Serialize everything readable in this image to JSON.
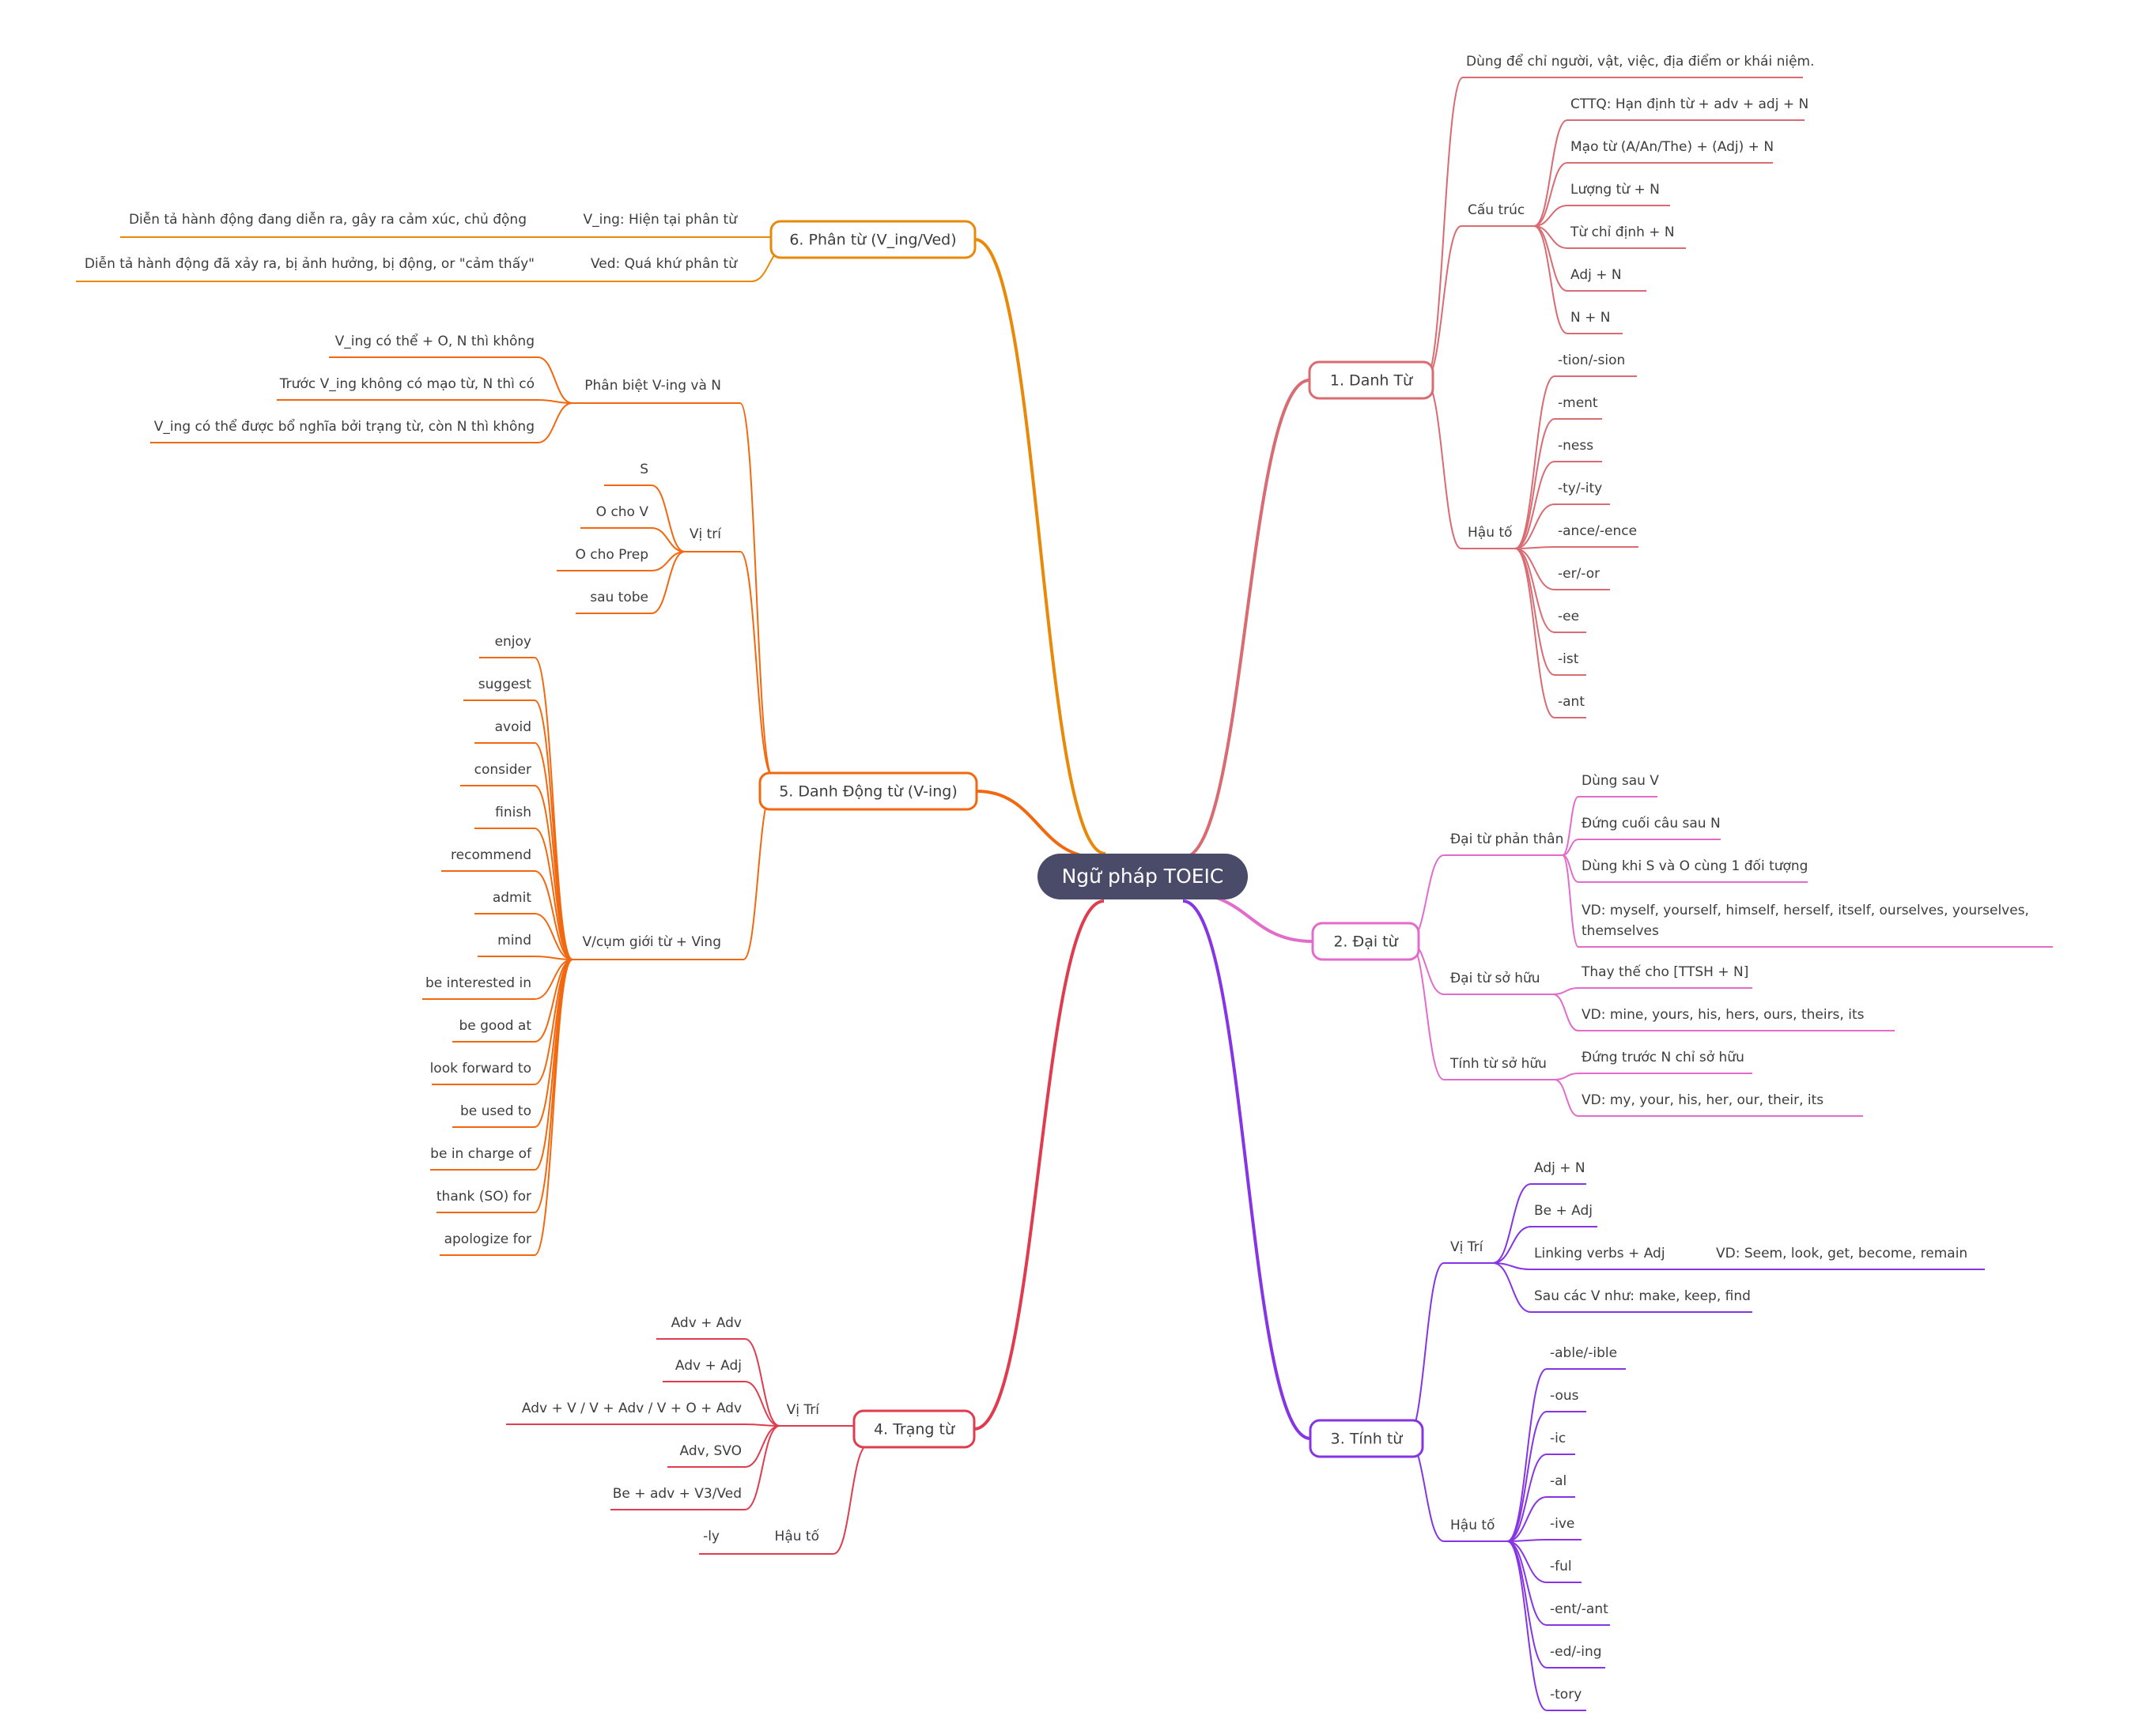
{
  "root": {
    "label": "Ngữ pháp TOEIC",
    "color": "#4a4b68"
  },
  "branches": [
    {
      "id": "danh-tu",
      "label": "1. Danh Từ",
      "color": "#d96b72",
      "side": "right",
      "children": [
        {
          "label": "Dùng để chỉ người, vật, việc, địa điểm or khái niệm."
        },
        {
          "label": "Cấu trúc",
          "children": [
            {
              "label": "CTTQ: Hạn định từ + adv + adj + N"
            },
            {
              "label": "Mạo từ (A/An/The) + (Adj) + N"
            },
            {
              "label": "Lượng từ + N"
            },
            {
              "label": "Từ chỉ định + N"
            },
            {
              "label": "Adj + N"
            },
            {
              "label": "N + N"
            }
          ]
        },
        {
          "label": "Hậu tố",
          "children": [
            {
              "label": "-tion/-sion"
            },
            {
              "label": "-ment"
            },
            {
              "label": "-ness"
            },
            {
              "label": "-ty/-ity"
            },
            {
              "label": "-ance/-ence"
            },
            {
              "label": "-er/-or"
            },
            {
              "label": "-ee"
            },
            {
              "label": "-ist"
            },
            {
              "label": "-ant"
            }
          ]
        }
      ]
    },
    {
      "id": "dai-tu",
      "label": "2. Đại từ",
      "color": "#e26ccb",
      "side": "right",
      "children": [
        {
          "label": "Đại từ phản thân",
          "children": [
            {
              "label": "Dùng sau V"
            },
            {
              "label": "Đứng cuối câu sau N"
            },
            {
              "label": "Dùng khi S và O cùng 1 đối tượng"
            },
            {
              "label": "VD: myself, yourself, himself, herself, itself, ourselves, yourselves,",
              "label2": "themselves"
            }
          ]
        },
        {
          "label": "Đại từ sở hữu",
          "children": [
            {
              "label": "Thay thế cho [TTSH + N]"
            },
            {
              "label": "VD: mine, yours, his, hers, ours, theirs, its"
            }
          ]
        },
        {
          "label": "Tính từ sở hữu",
          "children": [
            {
              "label": "Đứng trước N chỉ sở hữu"
            },
            {
              "label": "VD: my, your, his, her, our, their, its"
            }
          ]
        }
      ]
    },
    {
      "id": "tinh-tu",
      "label": "3. Tính từ",
      "color": "#8535e4",
      "side": "right",
      "children": [
        {
          "label": "Vị Trí",
          "children": [
            {
              "label": "Adj + N"
            },
            {
              "label": "Be + Adj"
            },
            {
              "label": "Linking verbs + Adj",
              "children": [
                {
                  "label": "VD: Seem, look, get, become, remain"
                }
              ]
            },
            {
              "label": "Sau các V như: make, keep, find"
            }
          ]
        },
        {
          "label": "Hậu tố",
          "children": [
            {
              "label": "-able/-ible"
            },
            {
              "label": "-ous"
            },
            {
              "label": "-ic"
            },
            {
              "label": "-al"
            },
            {
              "label": "-ive"
            },
            {
              "label": "-ful"
            },
            {
              "label": "-ent/-ant"
            },
            {
              "label": "-ed/-ing"
            },
            {
              "label": "-tory"
            }
          ]
        }
      ]
    },
    {
      "id": "trang-tu",
      "label": "4. Trạng từ",
      "color": "#df3d4f",
      "side": "left",
      "children": [
        {
          "label": "Vị Trí",
          "children": [
            {
              "label": "Adv + Adv"
            },
            {
              "label": "Adv + Adj"
            },
            {
              "label": "Adv + V / V + Adv / V + O + Adv"
            },
            {
              "label": "Adv, SVO"
            },
            {
              "label": "Be + adv + V3/Ved"
            }
          ]
        },
        {
          "label": "Hậu tố",
          "children": [
            {
              "label": "-ly"
            }
          ]
        }
      ]
    },
    {
      "id": "danh-dong-tu",
      "label": "5. Danh Động từ (V-ing)",
      "color": "#f2680f",
      "side": "left",
      "children": [
        {
          "label": "Phân biệt V-ing và N",
          "children": [
            {
              "label": "V_ing có thể + O, N thì không"
            },
            {
              "label": "Trước V_ing không có mạo từ, N thì có"
            },
            {
              "label": "V_ing có thể được bổ nghĩa bởi trạng từ, còn N thì không"
            }
          ]
        },
        {
          "label": "Vị trí",
          "children": [
            {
              "label": "S"
            },
            {
              "label": "O cho V"
            },
            {
              "label": "O cho Prep"
            },
            {
              "label": "sau tobe"
            }
          ]
        },
        {
          "label": "V/cụm giới từ + Ving",
          "children": [
            {
              "label": "enjoy"
            },
            {
              "label": "suggest"
            },
            {
              "label": "avoid"
            },
            {
              "label": "consider"
            },
            {
              "label": "finish"
            },
            {
              "label": "recommend"
            },
            {
              "label": "admit"
            },
            {
              "label": "mind"
            },
            {
              "label": "be interested in"
            },
            {
              "label": "be good at"
            },
            {
              "label": "look forward to"
            },
            {
              "label": "be used to"
            },
            {
              "label": "be in charge of"
            },
            {
              "label": "thank (SO) for"
            },
            {
              "label": "apologize for"
            }
          ]
        }
      ]
    },
    {
      "id": "phan-tu",
      "label": "6. Phân từ (V_ing/Ved)",
      "color": "#e8890a",
      "side": "left",
      "children": [
        {
          "label": "V_ing: Hiện tại phân từ",
          "children": [
            {
              "label": "Diễn tả hành động đang diễn ra, gây ra cảm xúc, chủ động"
            }
          ]
        },
        {
          "label": "Ved: Quá khứ phân từ",
          "children": [
            {
              "label": "Diễn tả hành động đã xảy ra, bị ảnh hưởng, bị động, or \"cảm thấy\""
            }
          ]
        }
      ]
    }
  ]
}
